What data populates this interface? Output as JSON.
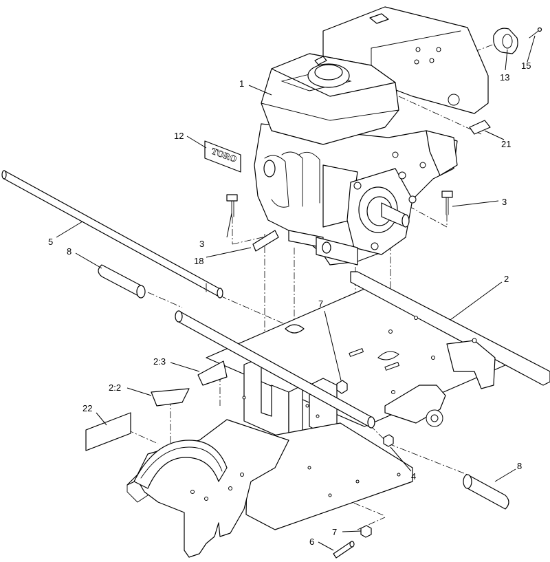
{
  "callouts": [
    {
      "id": "c1",
      "label": "1"
    },
    {
      "id": "c2",
      "label": "2"
    },
    {
      "id": "c3a",
      "label": "3"
    },
    {
      "id": "c3b",
      "label": "3"
    },
    {
      "id": "c4",
      "label": "4"
    },
    {
      "id": "c5",
      "label": "5"
    },
    {
      "id": "c6",
      "label": "6"
    },
    {
      "id": "c7a",
      "label": "7"
    },
    {
      "id": "c7b",
      "label": "7"
    },
    {
      "id": "c8a",
      "label": "8"
    },
    {
      "id": "c8b",
      "label": "8"
    },
    {
      "id": "c12",
      "label": "12"
    },
    {
      "id": "c13",
      "label": "13"
    },
    {
      "id": "c15",
      "label": "15"
    },
    {
      "id": "c18",
      "label": "18"
    },
    {
      "id": "c21",
      "label": "21"
    },
    {
      "id": "c22",
      "label": "22"
    },
    {
      "id": "c2_2",
      "label": "2:2"
    },
    {
      "id": "c2_3",
      "label": "2:3"
    }
  ],
  "decal_logo_text": "TORO"
}
